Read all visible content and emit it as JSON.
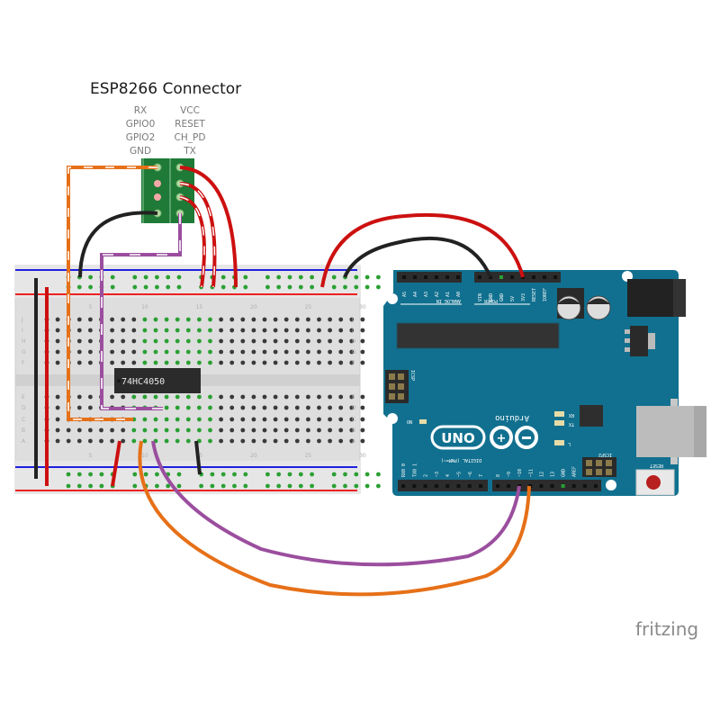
{
  "diagram": {
    "title": "ESP8266 Connector",
    "connector_labels_left": [
      "RX",
      "GPIO0",
      "GPIO2",
      "GND"
    ],
    "connector_labels_right": [
      "VCC",
      "RESET",
      "CH_PD",
      "TX"
    ],
    "chip_label": "74HC4050",
    "watermark": "fritzing",
    "breadboard": {
      "row_labels_top": [
        "J",
        "I",
        "H",
        "G",
        "F"
      ],
      "row_labels_bottom": [
        "E",
        "D",
        "C",
        "B",
        "A"
      ],
      "column_numbers": [
        "1",
        "5",
        "10",
        "15",
        "20",
        "25",
        "30"
      ]
    },
    "arduino": {
      "brand": "Arduino",
      "model": "UNO",
      "analog_header_label": "ANALOG IN",
      "analog_pins": [
        "A5",
        "A4",
        "A3",
        "A2",
        "A1",
        "A0"
      ],
      "power_header_label": "POWER",
      "power_pins": [
        "VIN",
        "GND",
        "GND",
        "5V",
        "3V3",
        "RESET",
        "IOREF"
      ],
      "digital_header_label": "DIGITAL (PWM=~)",
      "digital_pins": [
        "RX0 0",
        "TX0 1",
        "2",
        "~3",
        "4",
        "~5",
        "~6",
        "7",
        "8",
        "~9",
        "~10",
        "~11",
        "12",
        "13",
        "GND",
        "AREF"
      ],
      "led_labels": [
        "RX",
        "TX",
        "L",
        "ON"
      ],
      "icsp_labels": [
        "ICSP",
        "ICSP2"
      ],
      "reset_label": "RESET"
    },
    "colors": {
      "arduino_board": "#11708f",
      "breadboard": "#dcdcdc",
      "connector_pcb": "#1e7a36",
      "wire_red": "#cc1010",
      "wire_black": "#222222",
      "wire_orange": "#e66f12",
      "wire_purple": "#9b4e9e",
      "rail_blue": "#2020e0",
      "rail_red": "#ee2020",
      "hole_connected": "#2aa033"
    },
    "wires": [
      {
        "color": "red",
        "from": "ESP VCC",
        "to": "breadboard + rail"
      },
      {
        "color": "red",
        "from": "ESP RESET",
        "to": "breadboard + rail"
      },
      {
        "color": "red",
        "from": "ESP CH_PD",
        "to": "breadboard + rail"
      },
      {
        "color": "black",
        "from": "ESP GND",
        "to": "breadboard - rail"
      },
      {
        "color": "orange",
        "from": "ESP RX",
        "to": "74HC4050 output"
      },
      {
        "color": "purple",
        "from": "ESP TX",
        "to": "74HC4050 side"
      },
      {
        "color": "red",
        "from": "Arduino 3V3",
        "to": "breadboard + rail"
      },
      {
        "color": "black",
        "from": "Arduino GND",
        "to": "breadboard - rail"
      },
      {
        "color": "orange",
        "from": "Arduino ~11",
        "to": "74HC4050 input"
      },
      {
        "color": "purple",
        "from": "Arduino ~10",
        "to": "breadboard"
      }
    ]
  }
}
